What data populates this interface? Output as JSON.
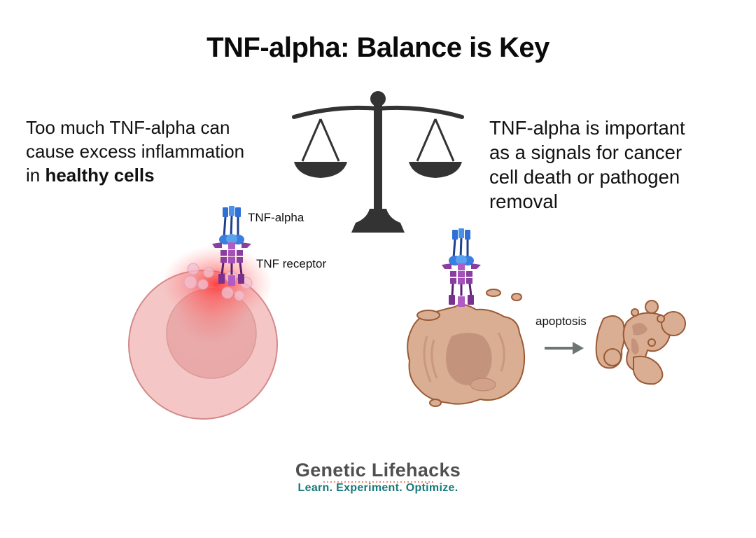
{
  "title": "TNF-alpha: Balance is Key",
  "left_panel": {
    "text_line1": "Too much TNF-alpha can",
    "text_line2": "cause excess inflammation",
    "text_line3_prefix": "in ",
    "text_line3_bold": "healthy cells"
  },
  "right_panel": {
    "text": "TNF-alpha is important as a signals for cancer cell death or pathogen removal",
    "lines": [
      "TNF-alpha is important",
      "as a signals for cancer",
      "cell death or pathogen",
      "removal"
    ]
  },
  "labels": {
    "tnf_alpha": "TNF-alpha",
    "tnf_receptor": "TNF receptor",
    "apoptosis": "apoptosis"
  },
  "icons": {
    "scale": "balance-scale-icon",
    "arrow": "arrow-right-icon"
  },
  "colors": {
    "scale": "#333333",
    "healthy_cell": "#f5c6c6",
    "inflammation_glow": "#ff3b3b",
    "cancer_cell": "#d9ae93",
    "cell_outline": "#9b5a35",
    "tnf_ligand": "#2f6fd6",
    "receptor": "#8a3fa0",
    "logo_gray": "#505050",
    "logo_teal": "#17797a",
    "logo_dots": "#f08a6a"
  },
  "logo": {
    "name": "Genetic Lifehacks",
    "tagline": "Learn. Experiment. Optimize."
  }
}
